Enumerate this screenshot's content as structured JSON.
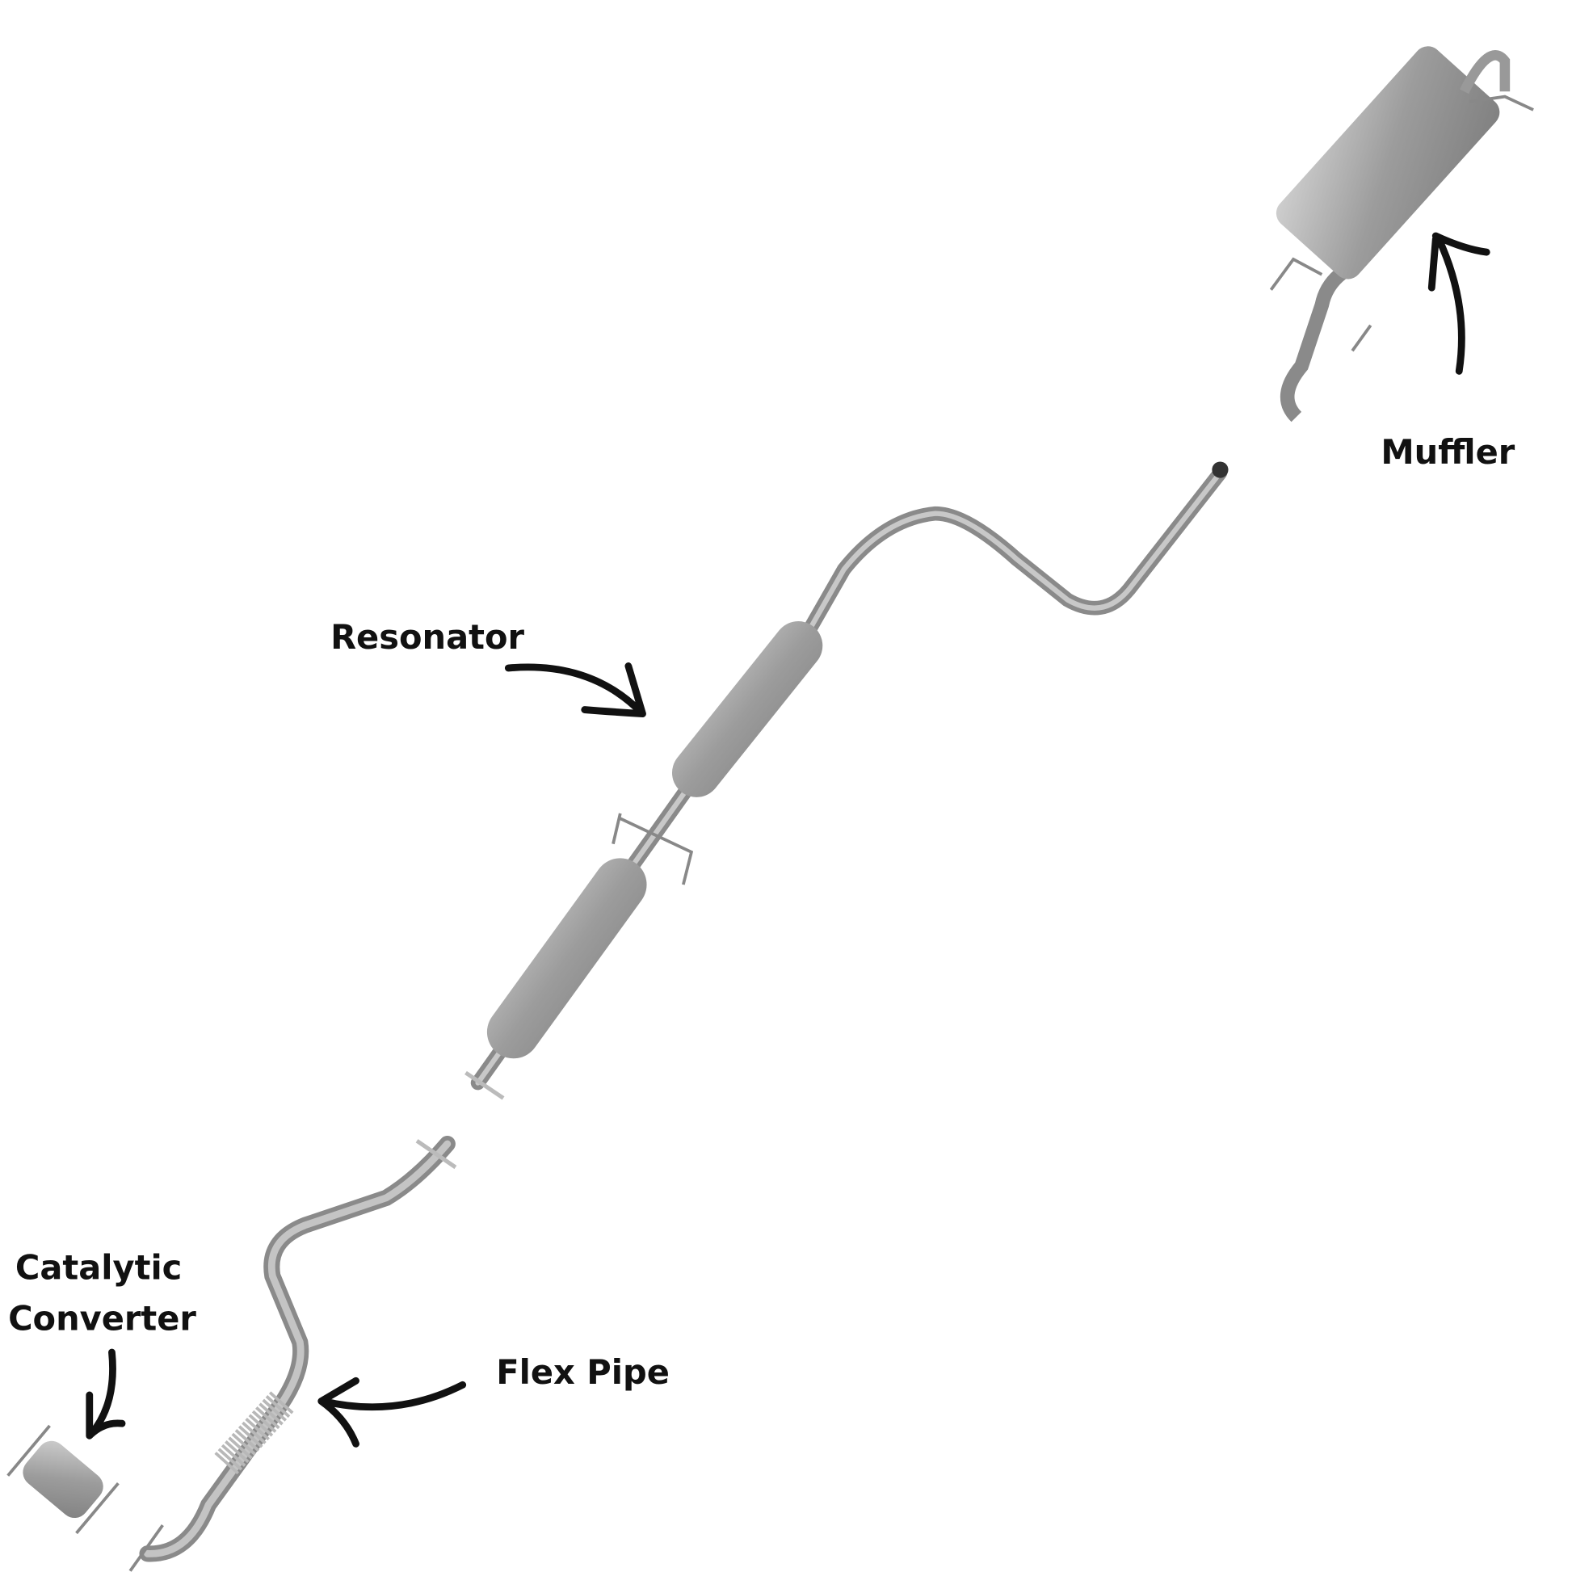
{
  "title": "Exhaust system components",
  "labels": {
    "muffler": "Muffler",
    "resonator": "Resonator",
    "catalytic_line1": "Catalytic",
    "catalytic_line2": "Converter",
    "flex_pipe": "Flex Pipe"
  },
  "colors": {
    "pipe": "#a9a9a9",
    "pipe_dark": "#7d7d7d",
    "arrow": "#111111"
  }
}
